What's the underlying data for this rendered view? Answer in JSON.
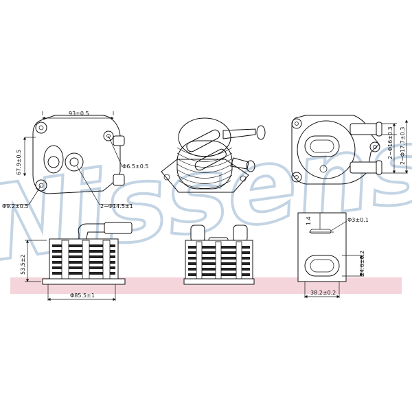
{
  "watermark": {
    "text": "Nissens",
    "color": "#b9cde0"
  },
  "band_color": "#f4d5dc",
  "dimensions": {
    "width_93": "93±0.5",
    "height_67_9": "67.9±0.5",
    "dia_6_5": "Φ6.5±0.5",
    "dia_9_2": "Φ9.2±0.5",
    "holes_14_5": "2−Φ14.5±1",
    "dia_16": "2−Φ16±0.3",
    "dia_17_7": "2−Φ17.7±0.3",
    "height_53_5": "53.5±2",
    "dia_85_5": "Φ85.5±1",
    "len_1_4": "1.4",
    "dia_3": "Φ3±0.1",
    "width_38_2": "38.2±0.2",
    "height_24_6": "24.6±0.2"
  }
}
